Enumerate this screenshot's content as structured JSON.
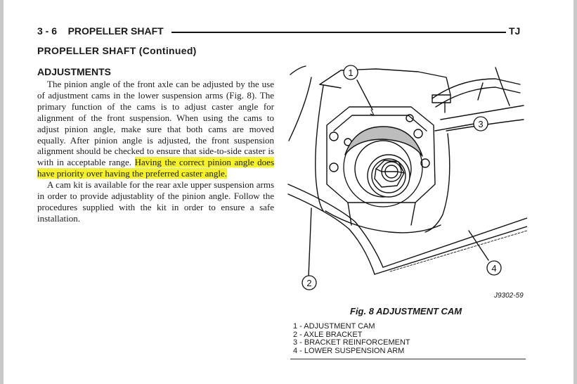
{
  "header": {
    "section": "3 - 6",
    "title": "PROPELLER SHAFT",
    "model": "TJ"
  },
  "subhead": "PROPELLER SHAFT (Continued)",
  "section_title": "ADJUSTMENTS",
  "paragraph1": {
    "part1": "The pinion angle of the front axle can be adjusted by the use of adjustment cams in the lower suspension arms (Fig. 8). The primary function of the cams is to adjust caster angle for alignment of the front suspension. When using the cams to adjust pinion angle, make sure that both cams are moved equally. After pinion angle is adjusted, the front suspension alignment should be checked to ensure that side-to-side caster is with in acceptable range.",
    "highlighted": "Having the correct pinion angle does have priority over having the preferred caster angle."
  },
  "paragraph2": "A cam kit is available for the rear axle upper suspension arms in order to provide adjustablity of the pinion angle. Follow the procedures supplied with the kit in order to ensure a safe installation.",
  "figure": {
    "callouts": [
      "1",
      "2",
      "3",
      "4"
    ],
    "code": "J9302-59",
    "caption": "Fig. 8 ADJUSTMENT CAM",
    "legend": [
      "1 - ADJUSTMENT CAM",
      "2 - AXLE BRACKET",
      "3 - BRACKET REINFORCEMENT",
      "4 - LOWER SUSPENSION ARM"
    ]
  },
  "colors": {
    "highlight": "#f5f22a",
    "ink": "#1a1a1a"
  }
}
